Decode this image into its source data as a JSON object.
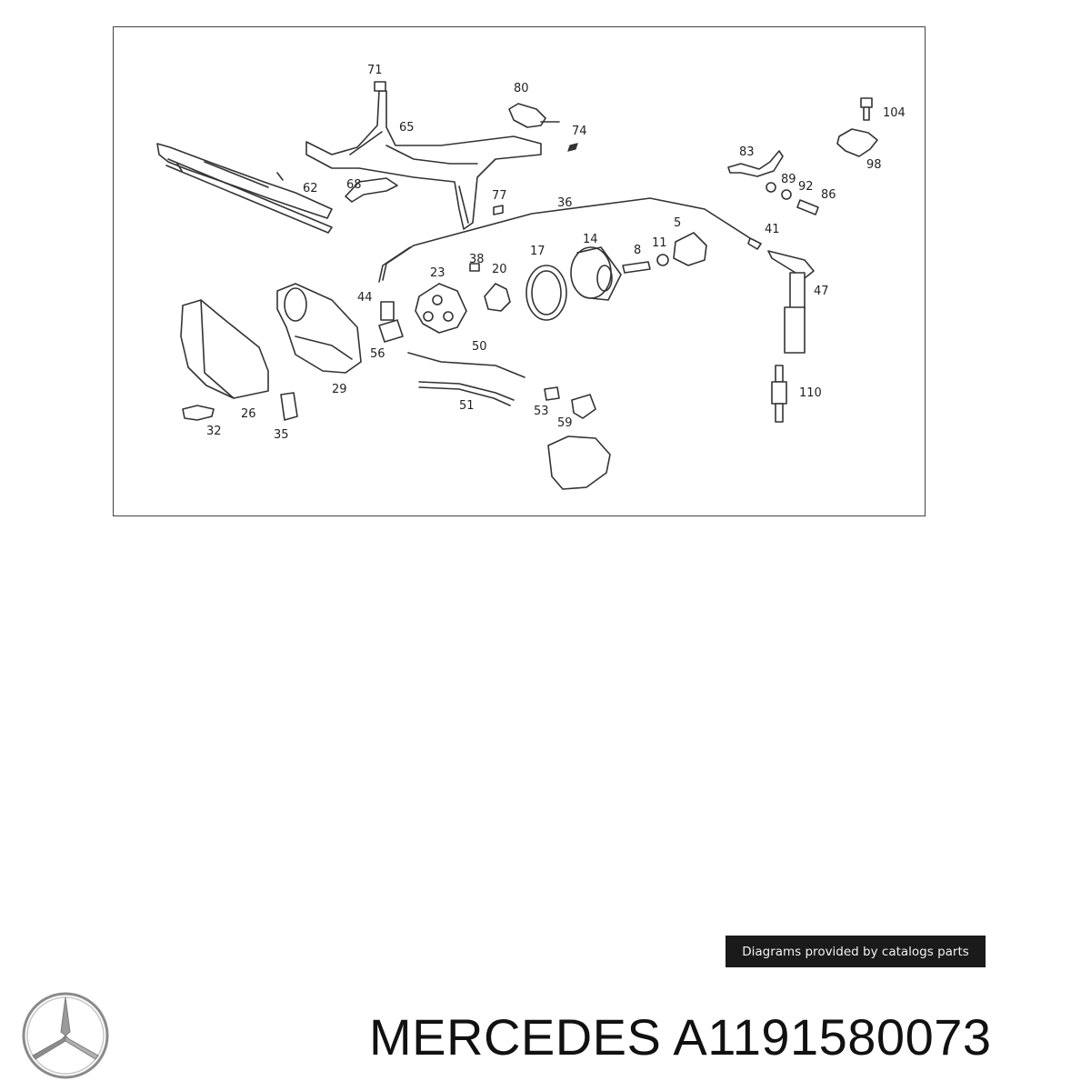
{
  "diagram": {
    "callouts": [
      "71",
      "80",
      "104",
      "65",
      "74",
      "83",
      "98",
      "62",
      "68",
      "89",
      "92",
      "86",
      "77",
      "36",
      "5",
      "41",
      "38",
      "17",
      "14",
      "8",
      "11",
      "23",
      "20",
      "47",
      "44",
      "29",
      "56",
      "50",
      "26",
      "32",
      "35",
      "51",
      "53",
      "59",
      "110"
    ]
  },
  "credit": "Diagrams provided by catalogs parts",
  "brand": {
    "name": "MERCEDES",
    "part_number": "A1191580073",
    "logo_icon": "mercedes-star-icon"
  }
}
